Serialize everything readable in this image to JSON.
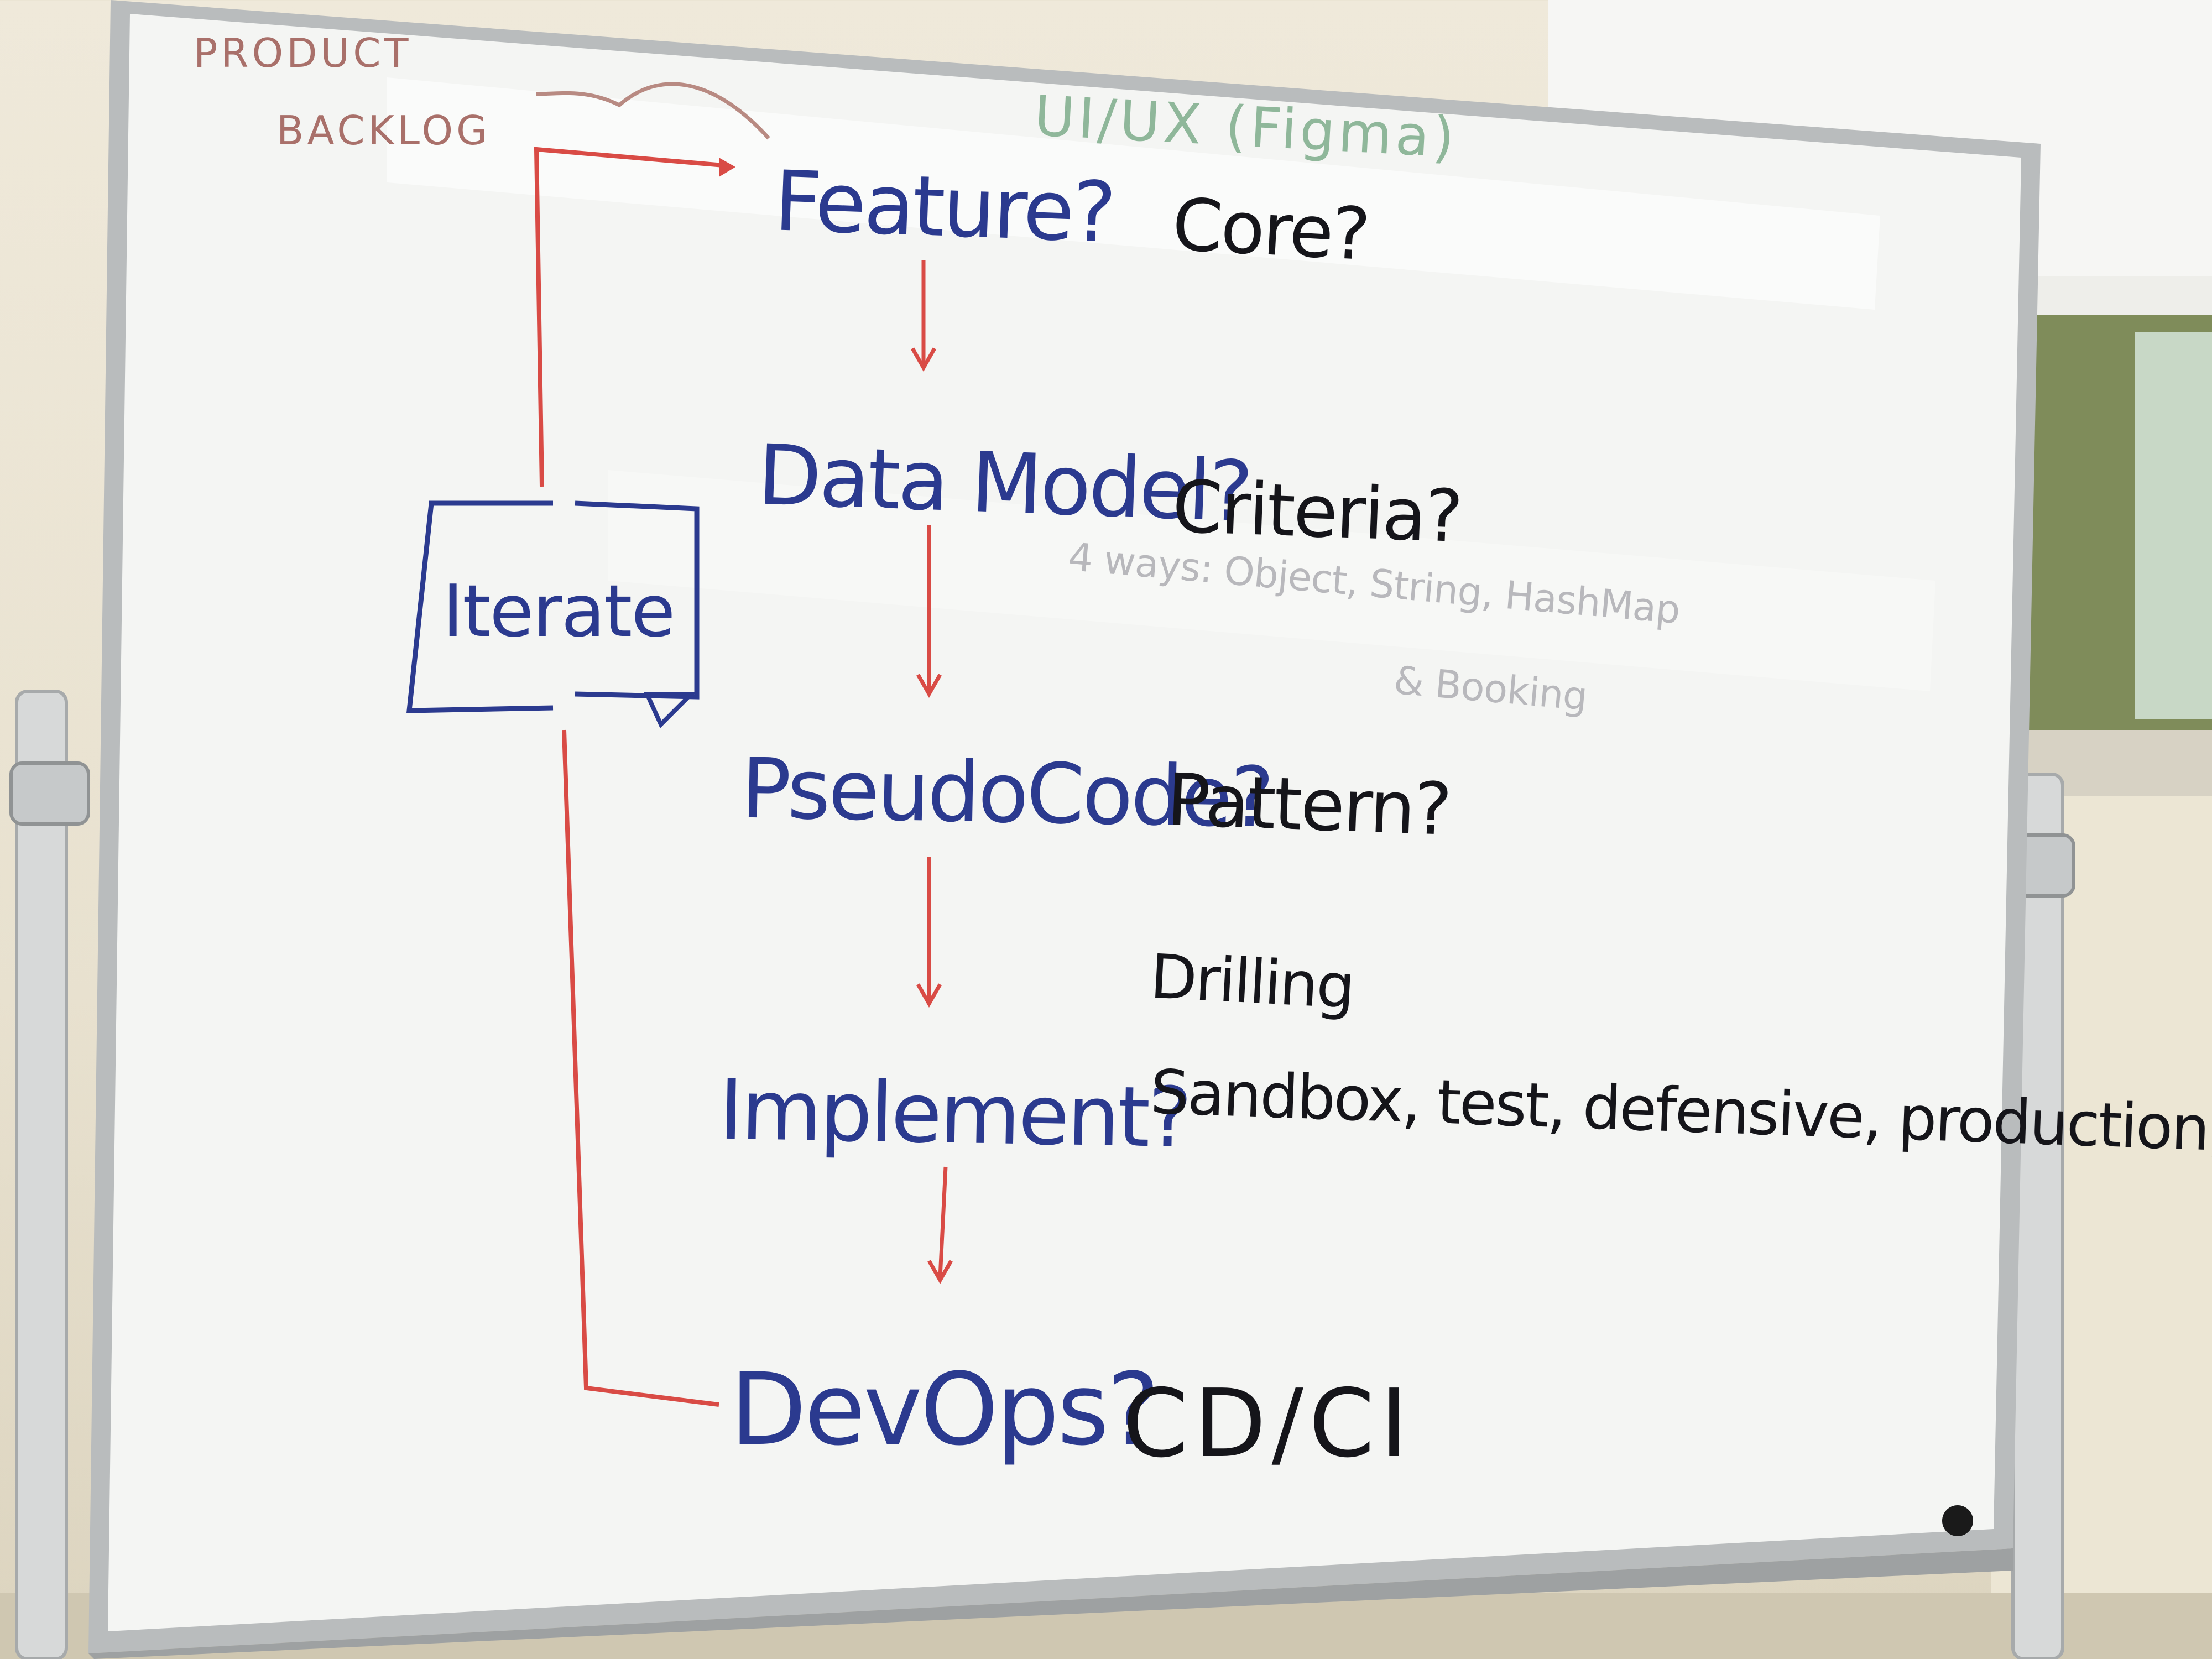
{
  "whiteboard": {
    "backlog": {
      "line1": "PRODUCT",
      "line2": "BACKLOG"
    },
    "design_note": "UI/UX (Figma)",
    "loop_label": "Iterate",
    "steps": [
      {
        "label": "Feature?",
        "note": "Core?"
      },
      {
        "label": "Data Model?",
        "note": "Criteria?"
      },
      {
        "label": "PseudoCode?",
        "note": "Pattern?"
      },
      {
        "label": "Implement?",
        "note": "Sandbox, test, defensive, production, bug...?"
      },
      {
        "label": "DevOps?",
        "note": "CD/CI"
      }
    ],
    "faint_note": {
      "line1": "4 ways: Object, String, HashMap",
      "line2": "& Booking"
    },
    "drilling_note": "Drilling"
  },
  "colors": {
    "marker_blue": "#2b3a8f",
    "marker_red": "#d94b45",
    "marker_black": "#15151a",
    "board_white": "#f4f5f3",
    "frame_silver": "#b9bcbd"
  }
}
